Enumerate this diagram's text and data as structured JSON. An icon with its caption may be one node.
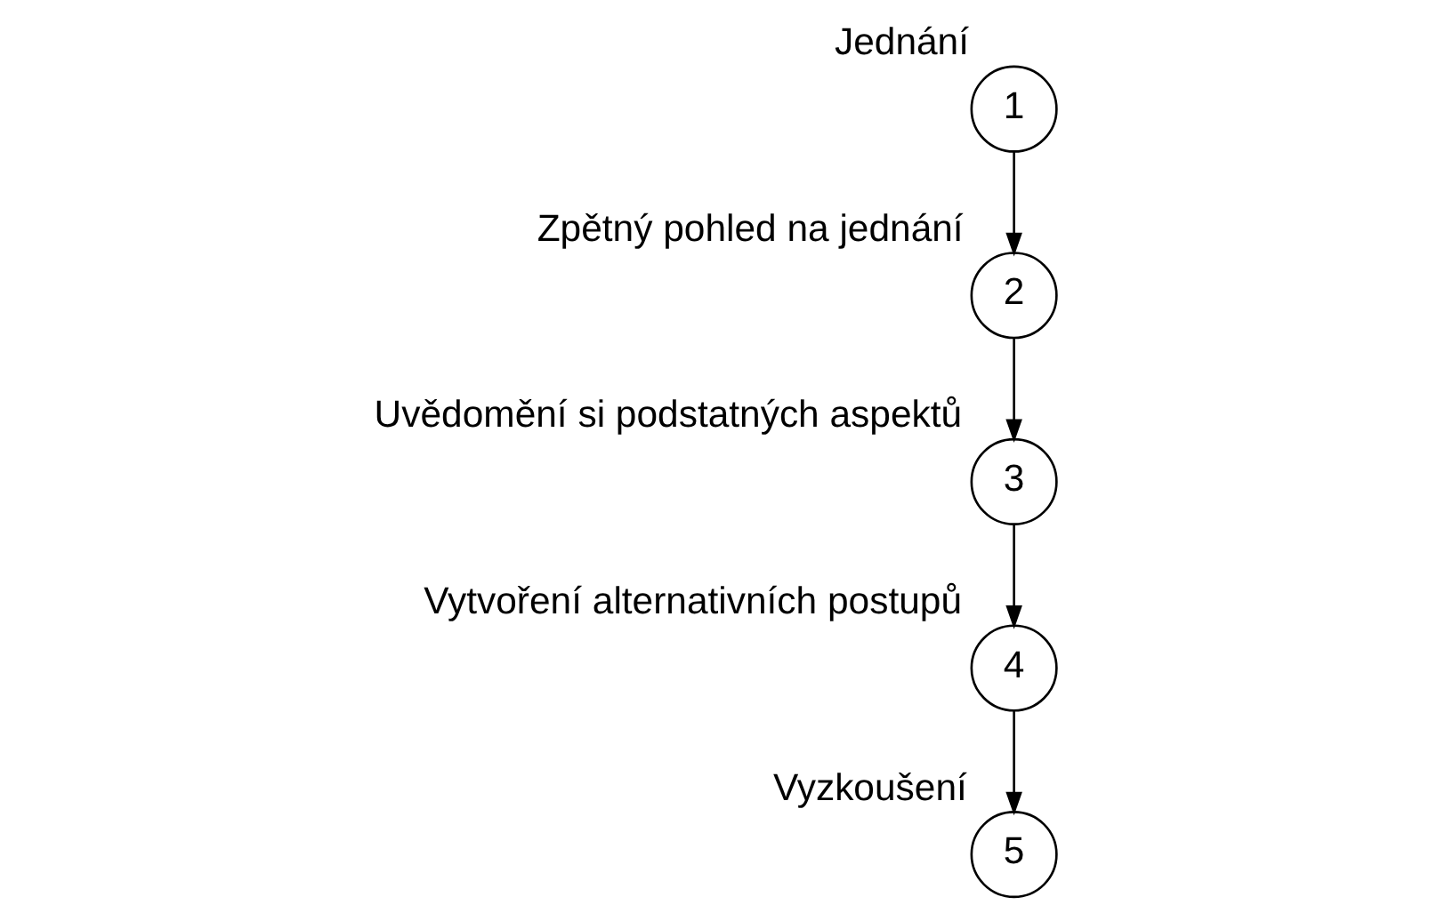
{
  "diagram": {
    "nodes": [
      {
        "text": [
          "4"
        ],
        "beside": [
          "Vytvoření alternativních postupů"
        ]
      },
      {
        "text": [
          "5"
        ],
        "beside": [
          "Vyzkoušení"
        ]
      },
      {
        "text": [
          "3"
        ],
        "beside": [
          "Uvědomění si podstatných aspektů"
        ]
      },
      {
        "text": [
          "1"
        ],
        "beside": [
          "Jednání"
        ]
      },
      {
        "text": [
          "2"
        ],
        "beside": [
          "Zpětný pohled na jednání"
        ]
      }
    ],
    "edges": [
      {
        "from": 3,
        "to": 4,
        "arrow": "to"
      },
      {
        "from": 4,
        "to": 2,
        "arrow": "to"
      },
      {
        "from": 2,
        "to": 0,
        "arrow": "to"
      },
      {
        "from": 0,
        "to": 1,
        "arrow": "to"
      }
    ]
  }
}
